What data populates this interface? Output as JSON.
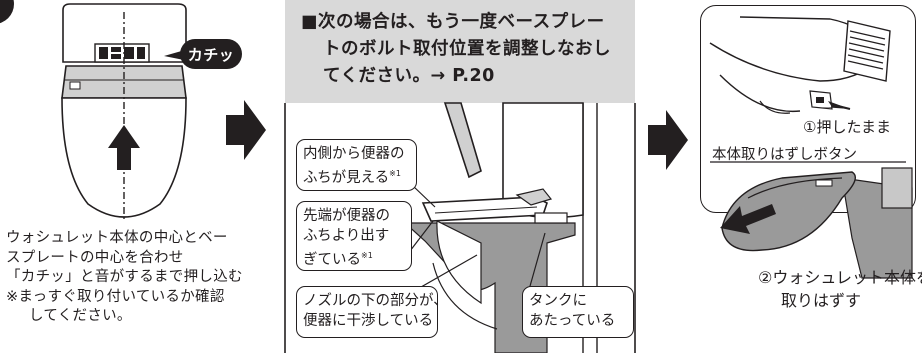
{
  "left_panel": {
    "sound_bubble": "カチッ",
    "caption_lines": [
      "ウォシュレット本体の中心とベー",
      "スプレートの中心を合わせ",
      "「カチッ」と音がするまで押し込む"
    ],
    "note_line1": "※まっすぐ取り付いているか確認",
    "note_line2": "してください。"
  },
  "middle_panel": {
    "header_line1": "■次の場合は、もう一度ベースプレー",
    "header_line2": "トのボルト取付位置を調整しなおし",
    "header_line3": "てください。→ P.20",
    "callouts": {
      "inner_line1": "内側から便器の",
      "inner_line2": "ふちが見える",
      "inner_mark": "※1",
      "tip_line1": "先端が便器の",
      "tip_line2": "ふちより出す",
      "tip_line3": "ぎている",
      "tip_mark": "※1",
      "nozzle_line1": "ノズルの下の部分が、",
      "nozzle_line2": "便器に干渉している",
      "tank_line1": "タンクに",
      "tank_line2": "あたっている"
    }
  },
  "right_panel": {
    "step1": "①押したまま",
    "release_button_label": "本体取りはずしボタン",
    "step2_line1": "②ウォシュレット本体を",
    "step2_line2": "取りはずす"
  },
  "colors": {
    "ink": "#231f20",
    "header_gray": "#d9d9d9",
    "shade_gray": "#9a9a9a",
    "light_gray": "#c8c8c8"
  }
}
